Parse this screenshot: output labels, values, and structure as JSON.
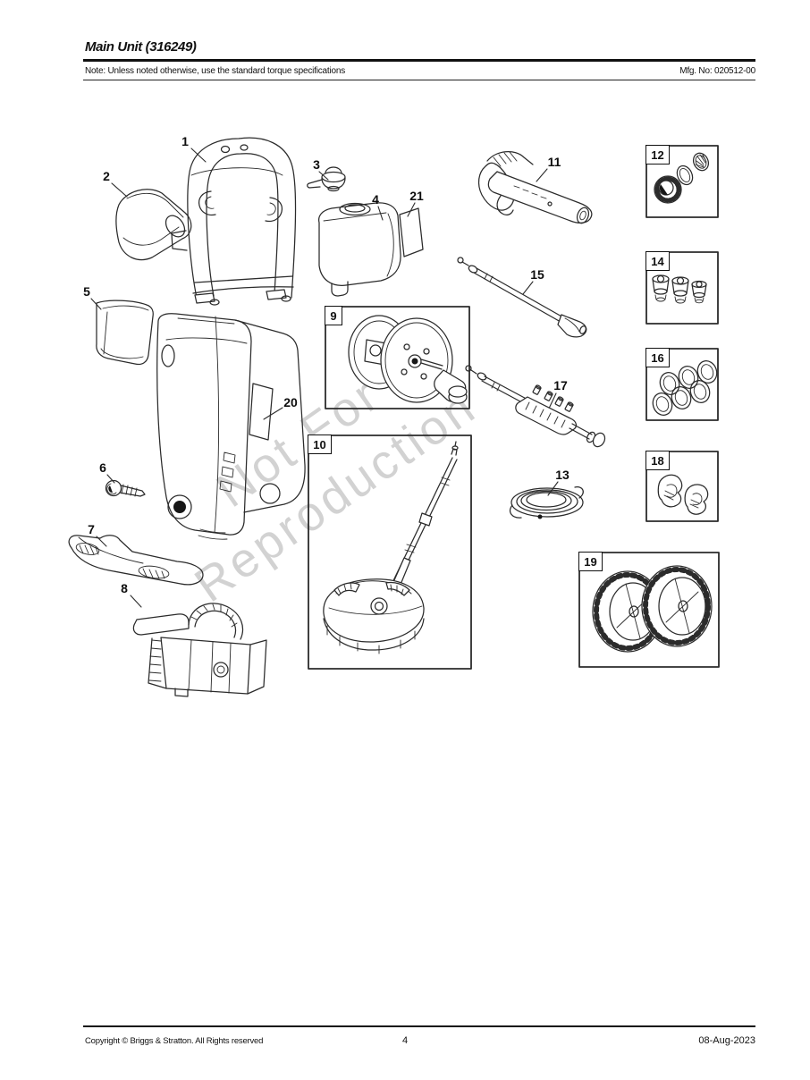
{
  "header": {
    "title": "Main Unit (316249)",
    "note": "Note: Unless noted otherwise, use the standard torque specifications",
    "mfg_no": "Mfg. No: 020512-00"
  },
  "watermark": {
    "line1": "Not For",
    "line2": "Reproduction"
  },
  "footer": {
    "copyright": "Copyright ©  Briggs & Stratton. All Rights reserved",
    "page_number": "4",
    "date": "08-Aug-2023"
  },
  "callouts": {
    "1": "1",
    "2": "2",
    "3": "3",
    "4": "4",
    "5": "5",
    "6": "6",
    "7": "7",
    "8": "8",
    "9": "9",
    "10": "10",
    "11": "11",
    "12": "12",
    "13": "13",
    "14": "14",
    "15": "15",
    "16": "16",
    "17": "17",
    "18": "18",
    "19": "19",
    "20": "20",
    "21": "21"
  },
  "colors": {
    "ink": "#2b2b2b",
    "watermark": "#d2d2d2"
  }
}
